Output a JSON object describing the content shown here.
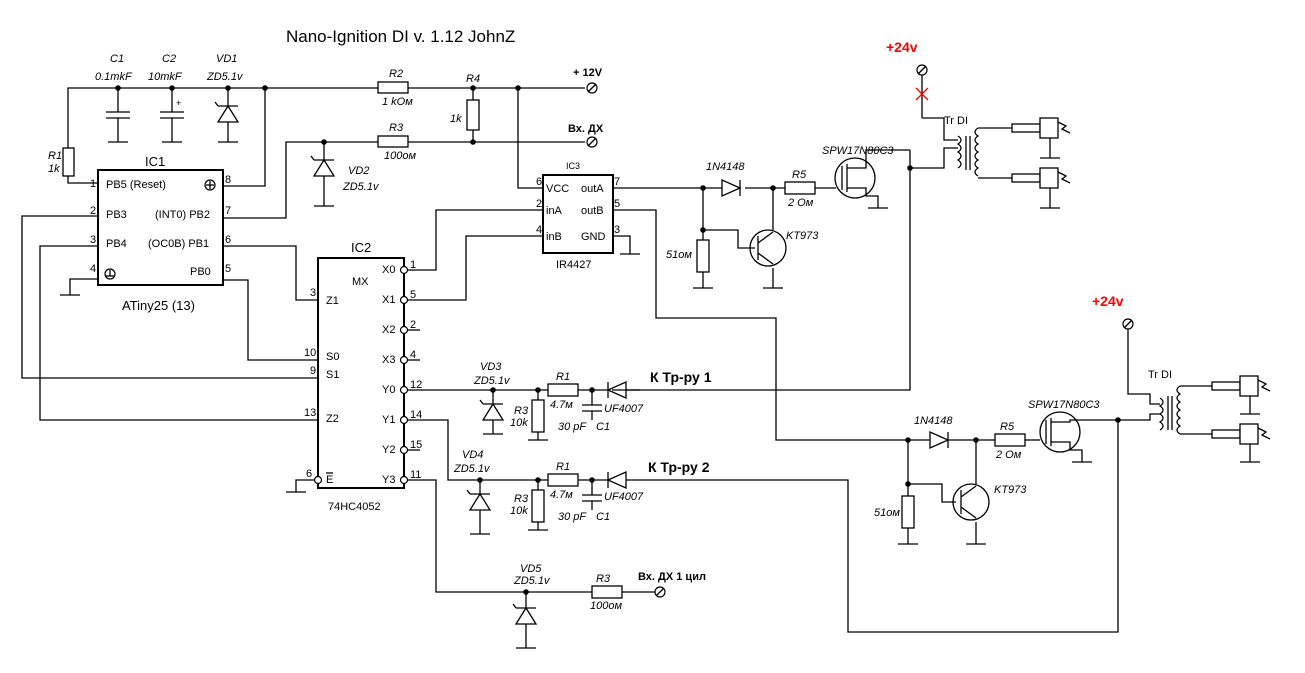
{
  "title": "Nano-Ignition DI v. 1.12  JohnZ",
  "colors": {
    "accent_red": "#ff0000",
    "wire": "#000000",
    "background": "#ffffff"
  },
  "supply": {
    "v24_top": "+24v",
    "v24_right": "+24v",
    "v12": "+ 12V",
    "in_dx": "Вх. ДХ",
    "in_dx1": "Вх. ДХ 1 цил"
  },
  "outputs": {
    "tr1": "К Тр-ру 1",
    "tr2": "К Тр-ру 2"
  },
  "ic1": {
    "ref": "IC1",
    "part": "ATiny25 (13)",
    "pins": [
      {
        "num": "1",
        "name": "PB5 (Reset)"
      },
      {
        "num": "2",
        "name": "PB3"
      },
      {
        "num": "3",
        "name": "PB4"
      },
      {
        "num": "4",
        "name": ""
      },
      {
        "num": "8",
        "name": ""
      },
      {
        "num": "7",
        "name": "(INT0) PB2"
      },
      {
        "num": "6",
        "name": "(OC0B) PB1"
      },
      {
        "num": "5",
        "name": "PB0"
      }
    ]
  },
  "ic2": {
    "ref": "IC2",
    "part": "74HC4052",
    "mx": "MX",
    "left_pins": [
      {
        "num": "3",
        "name": "Z1"
      },
      {
        "num": "10",
        "name": "S0"
      },
      {
        "num": "9",
        "name": "S1"
      },
      {
        "num": "13",
        "name": "Z2"
      },
      {
        "num": "6",
        "name": "E"
      }
    ],
    "right_pins": [
      {
        "num": "1",
        "name": "X0"
      },
      {
        "num": "5",
        "name": "X1"
      },
      {
        "num": "2",
        "name": "X2"
      },
      {
        "num": "4",
        "name": "X3"
      },
      {
        "num": "12",
        "name": "Y0"
      },
      {
        "num": "14",
        "name": "Y1"
      },
      {
        "num": "15",
        "name": "Y2"
      },
      {
        "num": "11",
        "name": "Y3"
      }
    ]
  },
  "ic3": {
    "ref": "IC3",
    "part": "IR4427",
    "pins": [
      {
        "num": "6",
        "name": "VCC"
      },
      {
        "num": "2",
        "name": "inA"
      },
      {
        "num": "4",
        "name": "inB"
      },
      {
        "num": "7",
        "name": "outA"
      },
      {
        "num": "5",
        "name": "outB"
      },
      {
        "num": "3",
        "name": "GND"
      }
    ]
  },
  "components": {
    "c1_top": {
      "ref": "C1",
      "value": "0.1mkF"
    },
    "c2_top": {
      "ref": "C2",
      "value": "10mkF"
    },
    "vd1": {
      "ref": "VD1",
      "value": "ZD5.1v"
    },
    "r1_top": {
      "ref": "R1",
      "value": "1k"
    },
    "r2": {
      "ref": "R2",
      "value": "1 kОм"
    },
    "r4": {
      "ref": "R4",
      "value": "1k"
    },
    "r3_top": {
      "ref": "R3",
      "value": "100ом"
    },
    "vd2": {
      "ref": "VD2",
      "value": "ZD5.1v"
    },
    "d_1n4148_a": {
      "ref": "1N4148"
    },
    "r5_a": {
      "ref": "R5",
      "value": "2 Ом"
    },
    "r51_a": {
      "value": "51ом"
    },
    "kt973_a": {
      "ref": "KT973"
    },
    "spw_a": {
      "ref": "SPW17N80C3"
    },
    "tr_a": {
      "ref": "Tr DI"
    },
    "vd3": {
      "ref": "VD3",
      "value": "ZD5.1v"
    },
    "r1_mid": {
      "ref": "R1",
      "value": "4.7м"
    },
    "r3_mid": {
      "ref": "R3",
      "value": "10k"
    },
    "c1_mid": {
      "ref": "C1",
      "value": "30 pF"
    },
    "uf_a": {
      "ref": "UF4007"
    },
    "vd4": {
      "ref": "VD4",
      "value": "ZD5.1v"
    },
    "r1_low": {
      "ref": "R1",
      "value": "4.7м"
    },
    "r3_low": {
      "ref": "R3",
      "value": "10k"
    },
    "c1_low": {
      "ref": "C1",
      "value": "30 pF"
    },
    "uf_b": {
      "ref": "UF4007"
    },
    "vd5": {
      "ref": "VD5",
      "value": "ZD5.1v"
    },
    "r3_bot": {
      "ref": "R3",
      "value": "100ом"
    },
    "d_1n4148_b": {
      "ref": "1N4148"
    },
    "r5_b": {
      "ref": "R5",
      "value": "2 Ом"
    },
    "r51_b": {
      "value": "51ом"
    },
    "kt973_b": {
      "ref": "KT973"
    },
    "spw_b": {
      "ref": "SPW17N80C3"
    },
    "tr_b": {
      "ref": "Tr DI"
    }
  }
}
